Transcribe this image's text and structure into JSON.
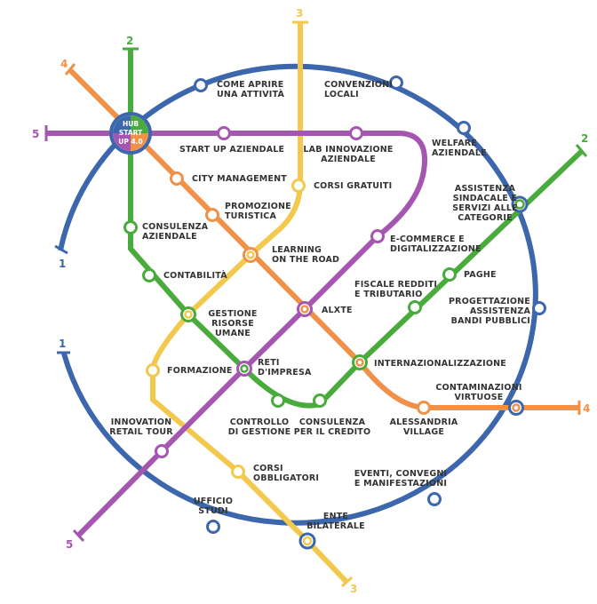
{
  "lines": {
    "1": {
      "name": "1",
      "color": "#3d67ad"
    },
    "2": {
      "name": "2",
      "color": "#4aab3d"
    },
    "3": {
      "name": "3",
      "color": "#f2c94c"
    },
    "4": {
      "name": "4",
      "color": "#f0914a"
    },
    "5": {
      "name": "5",
      "color": "#a556b0"
    }
  },
  "hub": {
    "line1": "HUB",
    "line2": "START",
    "line3": "UP 4.0"
  },
  "stations": {
    "come_aprire": [
      "COME APRIRE",
      "UNA ATTIVITÀ"
    ],
    "convenzioni_locali": [
      "CONVENZIONI",
      "LOCALI"
    ],
    "welfare_aziendale": [
      "WELFARE",
      "AZIENDALE"
    ],
    "start_up_aziendale": [
      "START UP AZIENDALE"
    ],
    "lab_innovazione": [
      "LAB INNOVAZIONE",
      "AZIENDALE"
    ],
    "city_management": [
      "CITY MANAGEMENT"
    ],
    "corsi_gratuiti": [
      "CORSI GRATUITI"
    ],
    "assistenza_sindacale": [
      "ASSISTENZA",
      "SINDACALE E",
      "SERVIZI ALLE",
      "CATEGORIE"
    ],
    "promozione_turistica": [
      "PROMOZIONE",
      "TURISTICA"
    ],
    "consulenza_aziendale": [
      "CONSULENZA",
      "AZIENDALE"
    ],
    "learning_on_the_road": [
      "LEARNING",
      "ON THE ROAD"
    ],
    "e_commerce": [
      "E-COMMERCE E",
      "DIGITALIZZAZIONE"
    ],
    "contabilita": [
      "CONTABILITÀ"
    ],
    "paghe": [
      "PAGHE"
    ],
    "fiscale_redditi": [
      "FISCALE REDDITI",
      "E TRIBUTARIO"
    ],
    "progettazione": [
      "PROGETTAZIONE",
      "ASSISTENZA",
      "BANDI PUBBLICI"
    ],
    "gestione_risorse_umane": [
      "GESTIONE",
      "RISORSE",
      "UMANE"
    ],
    "alxte": [
      "ALXTE"
    ],
    "formazione": [
      "FORMAZIONE"
    ],
    "reti_d_impresa": [
      "RETI",
      "D'IMPRESA"
    ],
    "internazionalizzazione": [
      "INTERNAZIONALIZZAZIONE"
    ],
    "contaminazioni_virtuose": [
      "CONTAMINAZIONI",
      "VIRTUOSE"
    ],
    "controllo_di_gestione": [
      "CONTROLLO",
      "DI GESTIONE"
    ],
    "consulenza_per_il_credito": [
      "CONSULENZA",
      "PER IL CREDITO"
    ],
    "alessandria_village": [
      "ALESSANDRIA",
      "VILLAGE"
    ],
    "innovation_retail_tour": [
      "INNOVATION",
      "RETAIL TOUR"
    ],
    "corsi_obbligatori": [
      "CORSI",
      "OBBLIGATORI"
    ],
    "eventi_convegni": [
      "EVENTI, CONVEGNI",
      "E MANIFESTAZIONI"
    ],
    "ufficio_studi": [
      "UFFICIO",
      "STUDI"
    ],
    "ente_bilaterale": [
      "ENTE",
      "BILATERALE"
    ]
  }
}
